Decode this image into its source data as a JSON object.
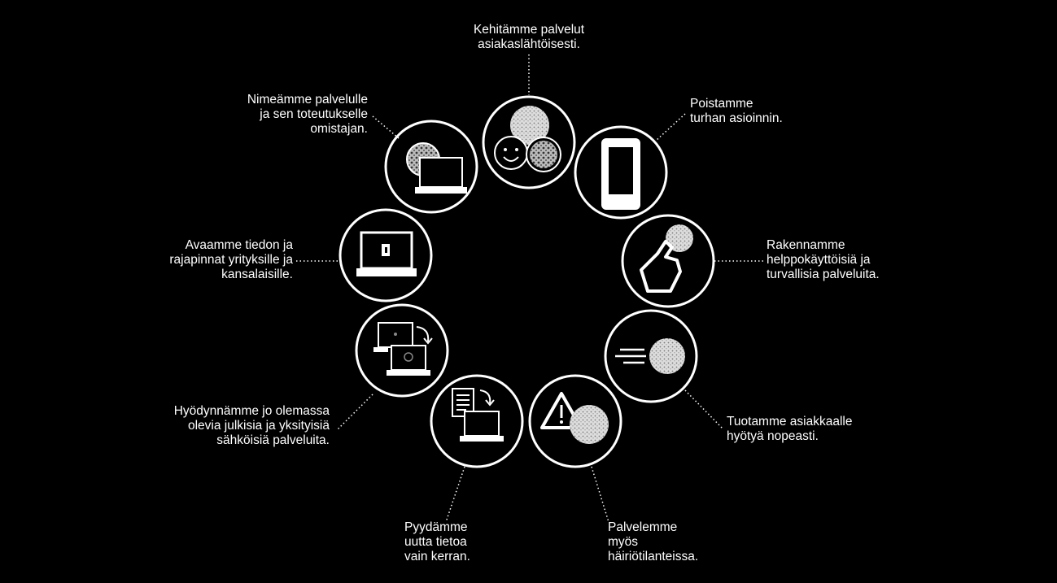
{
  "principles": [
    {
      "id": "customer-oriented",
      "lines": [
        "Kehitämme palvelut",
        "asiakaslähtöisesti."
      ],
      "icon": "smiley-faces-icon"
    },
    {
      "id": "remove-errands",
      "lines": [
        "Poistamme",
        "turhan asioinnin."
      ],
      "icon": "mobile-phone-icon"
    },
    {
      "id": "easy-secure",
      "lines": [
        "Rakennamme",
        "helppokäyttöisiä ja",
        "turvallisia palveluita."
      ],
      "icon": "finger-press-icon"
    },
    {
      "id": "fast-benefit",
      "lines": [
        "Tuotamme asiakkaalle",
        "hyötyä nopeasti."
      ],
      "icon": "speed-ball-icon"
    },
    {
      "id": "disruptions",
      "lines": [
        "Palvelemme",
        "myös",
        "häiriötilanteissa."
      ],
      "icon": "warning-triangle-icon"
    },
    {
      "id": "ask-once",
      "lines": [
        "Pyydämme",
        "uutta tietoa",
        "vain kerran."
      ],
      "icon": "document-to-laptop-icon"
    },
    {
      "id": "reuse-services",
      "lines": [
        "Hyödynnämme jo olemassa",
        "olevia julkisia ja yksityisiä",
        "sähköisiä palveluita."
      ],
      "icon": "two-laptops-icon"
    },
    {
      "id": "open-data",
      "lines": [
        "Avaamme tiedon ja",
        "rajapinnat yrityksille ja",
        "kansalaisille."
      ],
      "icon": "laptop-icon"
    },
    {
      "id": "owner",
      "lines": [
        "Nimeämme palvelulle",
        "ja sen toteutukselle",
        "omistajan."
      ],
      "icon": "globe-laptop-icon"
    }
  ]
}
